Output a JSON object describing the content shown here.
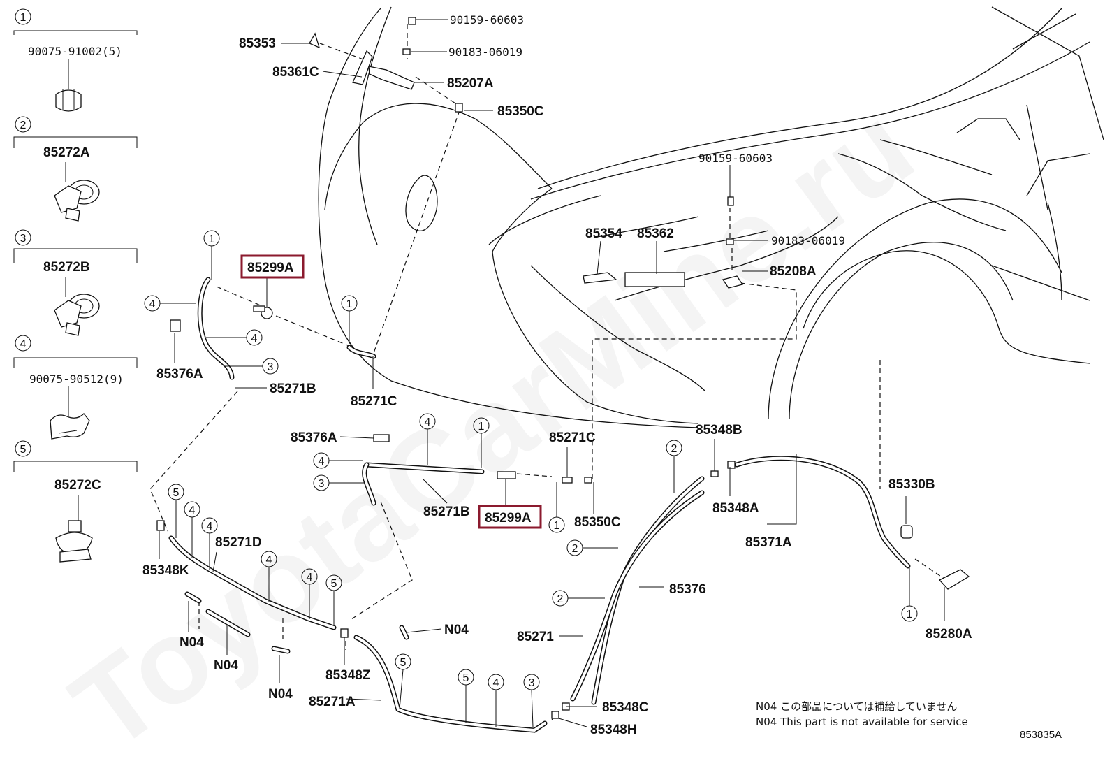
{
  "legend": [
    {
      "num": "1",
      "part": "90075-91002(5)"
    },
    {
      "num": "2",
      "part": "85272A"
    },
    {
      "num": "3",
      "part": "85272B"
    },
    {
      "num": "4",
      "part": "90075-90512(9)"
    },
    {
      "num": "5",
      "part": "85272C"
    }
  ],
  "labels": {
    "p85353": "85353",
    "p85361C": "85361C",
    "p90159a": "90159-60603",
    "p90183a": "90183-06019",
    "p85207A": "85207A",
    "p85350C_top": "85350C",
    "p90159b": "90159-60603",
    "p85354": "85354",
    "p85362": "85362",
    "p90183b": "90183-06019",
    "p85208A": "85208A",
    "p85299A_top": "85299A",
    "p85376A_left": "85376A",
    "p85271B_left": "85271B",
    "p85271C_center": "85271C",
    "p85376A_mid": "85376A",
    "p85271B_mid": "85271B",
    "p85299A_mid": "85299A",
    "p85271C_right": "85271C",
    "p85350C_mid": "85350C",
    "p85348B": "85348B",
    "p85348A": "85348A",
    "p85371A": "85371A",
    "p85330B": "85330B",
    "p85280A": "85280A",
    "p85348K": "85348K",
    "p85271D": "85271D",
    "p85376": "85376",
    "p85271": "85271",
    "p85348Z": "85348Z",
    "p85271A": "85271A",
    "p85348C": "85348C",
    "p85348H": "85348H",
    "n04a": "N04",
    "n04b": "N04",
    "n04c": "N04",
    "n04d": "N04"
  },
  "circles": {
    "c1a": "1",
    "c4a": "4",
    "c4b": "4",
    "c3a": "3",
    "c1b": "1",
    "c4c": "4",
    "c1c": "1",
    "c4d": "4",
    "c3b": "3",
    "c1d": "1",
    "c2a": "2",
    "c2b": "2",
    "c2c": "2",
    "c5a": "5",
    "c4e": "4",
    "c4f": "4",
    "c4g": "4",
    "c4h": "4",
    "c5b": "5",
    "c5c": "5",
    "c5d": "5",
    "c4i": "4",
    "c3c": "3",
    "c1e": "1"
  },
  "notes": {
    "jp": "N04 この部品については補給していません",
    "en": "N04 This part is not available for service"
  },
  "diagram_code": "853835A",
  "watermark": "ToyotaCarMine.ru"
}
